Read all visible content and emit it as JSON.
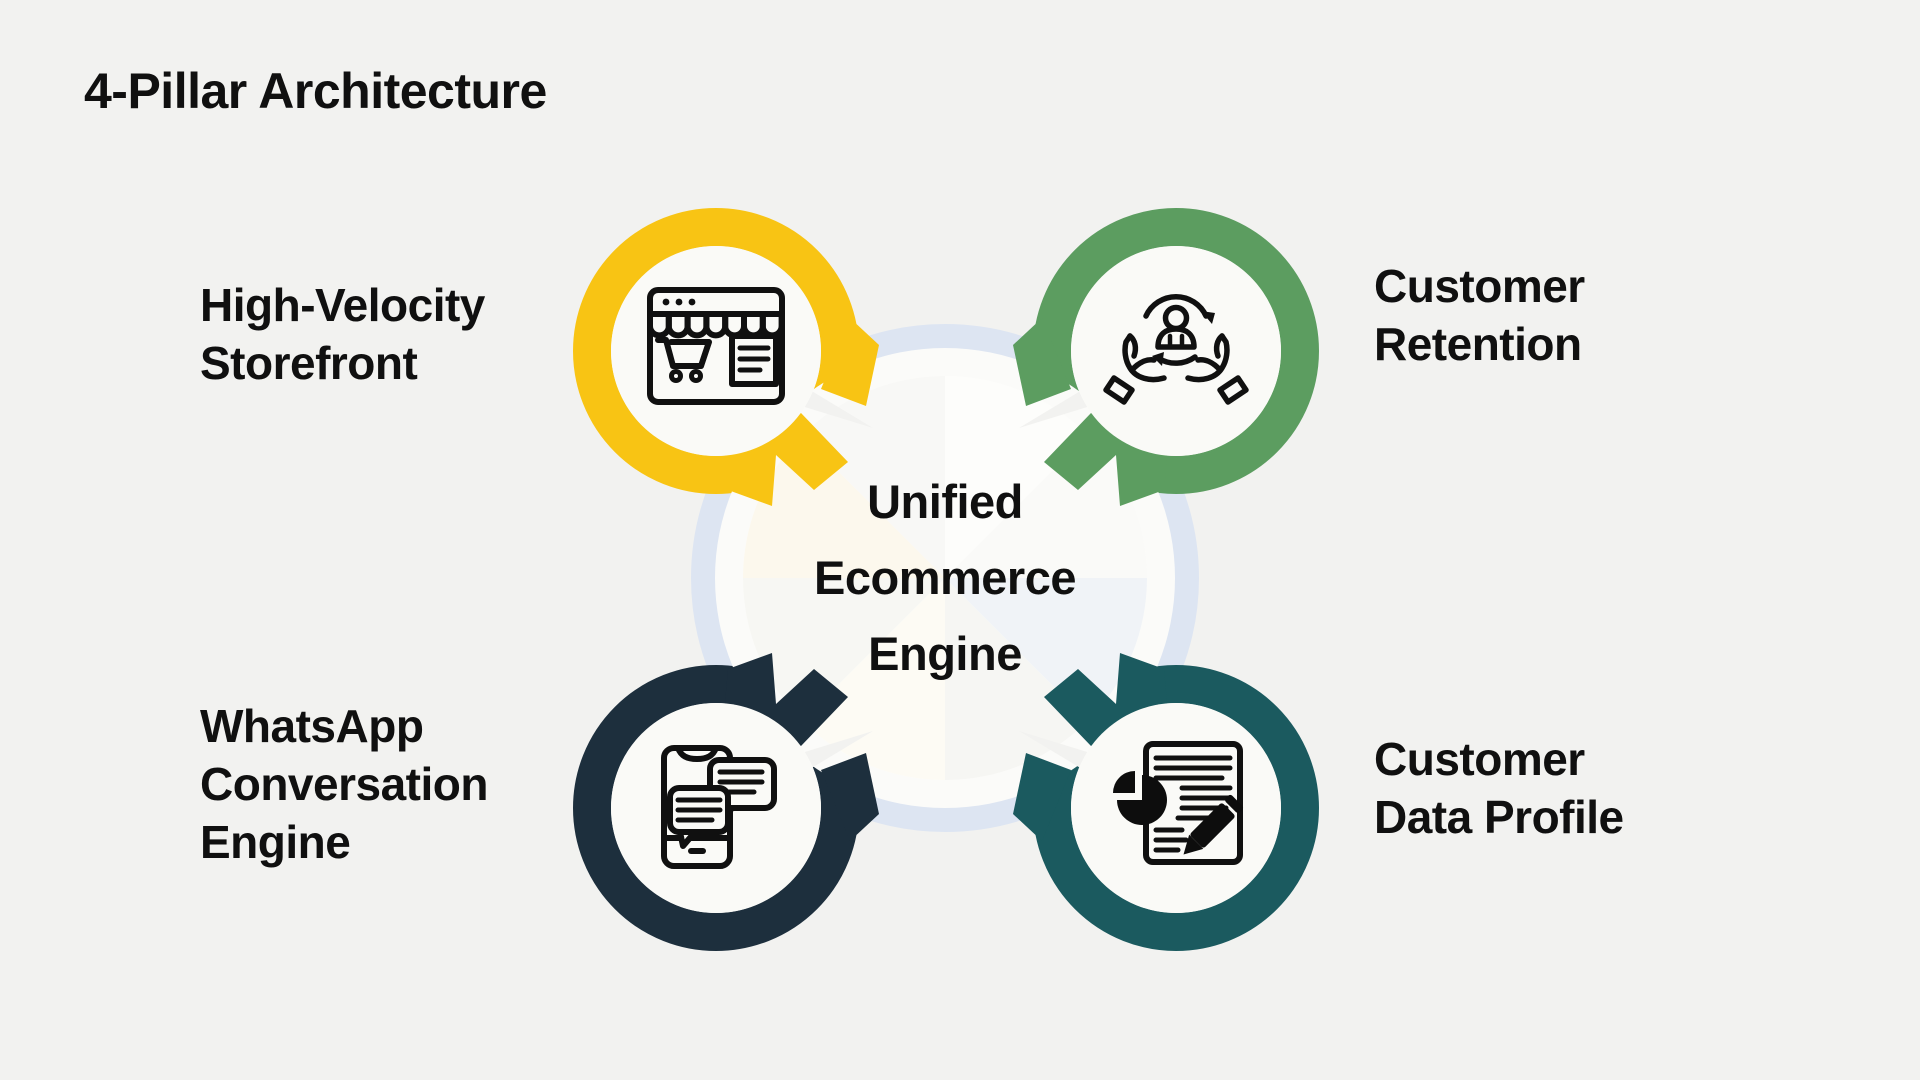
{
  "title": "4-Pillar Architecture",
  "center": {
    "lines": [
      "Unified",
      "Ecommerce",
      "Engine"
    ]
  },
  "pillars": [
    {
      "id": "storefront",
      "icon": "storefront-icon",
      "color": "#F8C414",
      "label_lines": [
        "High-Velocity",
        "Storefront"
      ]
    },
    {
      "id": "retention",
      "icon": "customer-retention-icon",
      "color": "#5C9D60",
      "label_lines": [
        "Customer",
        "Retention"
      ]
    },
    {
      "id": "whatsapp",
      "icon": "whatsapp-chat-icon",
      "color": "#1D2F3D",
      "label_lines": [
        "WhatsApp",
        "Conversation",
        "Engine"
      ]
    },
    {
      "id": "data",
      "icon": "customer-data-icon",
      "color": "#1B5A5F",
      "label_lines": [
        "Customer",
        "Data Profile"
      ]
    }
  ],
  "colors": {
    "background": "#F2F2F0",
    "halo_blue": "#DDE5F2",
    "hub_gap": "#FBFBF9",
    "hub_fill": "#FEFEFC",
    "inner_circle": "#FAFAF7",
    "ink": "#101010"
  }
}
